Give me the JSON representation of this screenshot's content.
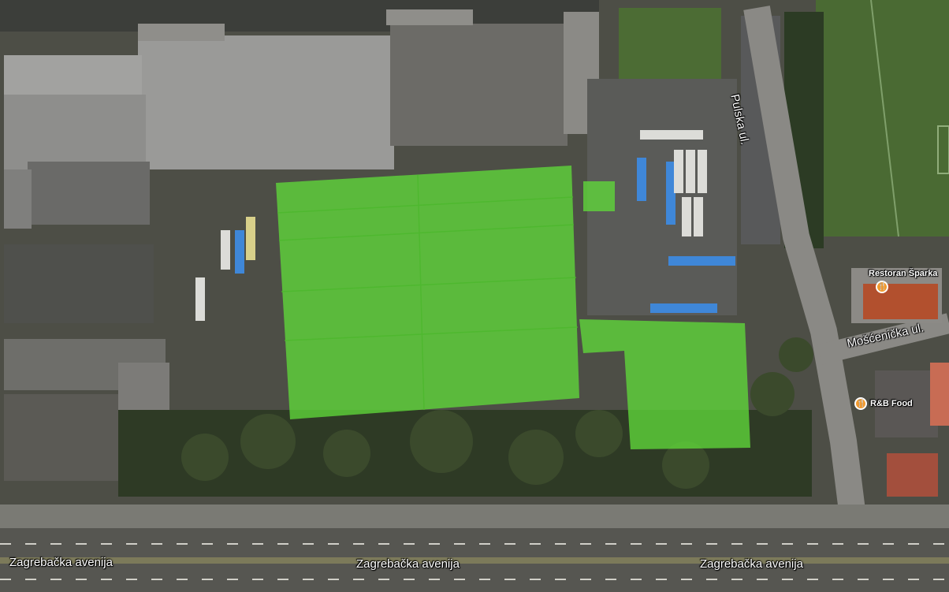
{
  "map": {
    "type": "satellite",
    "roads": {
      "pulska": "Pulska ul.",
      "moscenicka": "Mošćenička ul.",
      "zagrebacka_left": "Zagrebačka avenija",
      "zagrebacka_center": "Zagrebačka avenija",
      "zagrebacka_right": "Zagrebačka avenija"
    },
    "pois": [
      {
        "name": "Restoran Šparka",
        "icon": "restaurant-icon"
      },
      {
        "name": "R&B Food",
        "icon": "restaurant-icon"
      }
    ],
    "colors": {
      "highlight": "#5fd83a",
      "poi_pin": "#f29a2e",
      "label": "#ffffff"
    }
  }
}
